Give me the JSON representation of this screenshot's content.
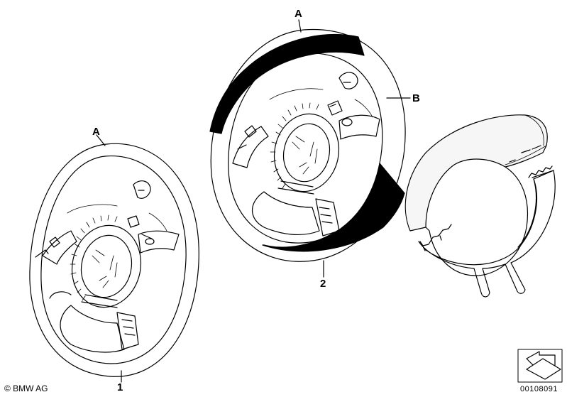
{
  "labels": {
    "a_left": "A",
    "a_top": "A",
    "b": "B",
    "one": "1",
    "two": "2"
  },
  "footer": {
    "copyright": "© BMW AG",
    "doc_number": "00108091"
  },
  "colors": {
    "line": "#000000",
    "fill_dark": "#000000",
    "fill_shell": "#f4f4f4",
    "background": "#ffffff"
  },
  "icons": [
    "arrow-icon"
  ]
}
